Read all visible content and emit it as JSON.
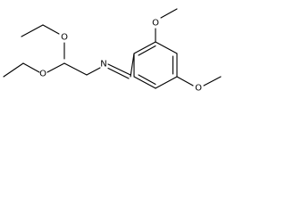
{
  "molecule": {
    "atom_labels": {
      "ether_oxygen_upper": "O",
      "ether_oxygen_lower": "O",
      "imine_nitrogen": "N",
      "methoxy_oxygen_top": "O",
      "methoxy_oxygen_bottom": "O"
    },
    "bond_color": "#000000",
    "background": "#ffffff"
  }
}
